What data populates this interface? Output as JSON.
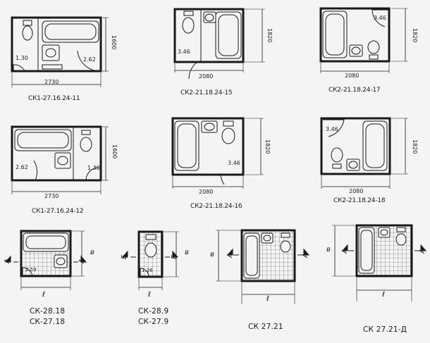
{
  "plans": [
    {
      "code": "СК1-27.16.24-11",
      "width": "2730",
      "depth": "1600",
      "door_width_a": "1.30",
      "door_width_b": "2.62"
    },
    {
      "code": "СК2-21.18.24-15",
      "width": "2080",
      "depth": "1820",
      "door_width": "3.46"
    },
    {
      "code": "СК2-21.18.24-17",
      "width": "2080",
      "depth": "1820",
      "door_width": "3.46"
    },
    {
      "code": "СК1-27.16.24-12",
      "width": "2730",
      "depth": "1600",
      "door_width_a": "2.62",
      "door_width_b": "1.30"
    },
    {
      "code": "СК2-21.18.24-16",
      "width": "2080",
      "depth": "1820",
      "door_width": "3.46"
    },
    {
      "code": "СК2-21.18.24-18",
      "width": "2080",
      "depth": "1820",
      "door_width": "3.46"
    },
    {
      "code_lines": [
        "СК-28.18",
        "СК-27.18"
      ],
      "door_width": "2.59",
      "dim_l": "ℓ",
      "dim_b": "в",
      "section_mark": "А"
    },
    {
      "code_lines": [
        "СК-28.9",
        "СК-27.9"
      ],
      "door_width": "1.26",
      "dim_l": "ℓ",
      "dim_b": "в",
      "section_mark": "Б"
    },
    {
      "code": "СК 27.21",
      "dim_l": "ℓ",
      "dim_b": "в",
      "section_mark": "А"
    },
    {
      "code": "СК 27.21-Д",
      "dim_l": "ℓ",
      "dim_b": "в",
      "section_mark": "А"
    }
  ]
}
